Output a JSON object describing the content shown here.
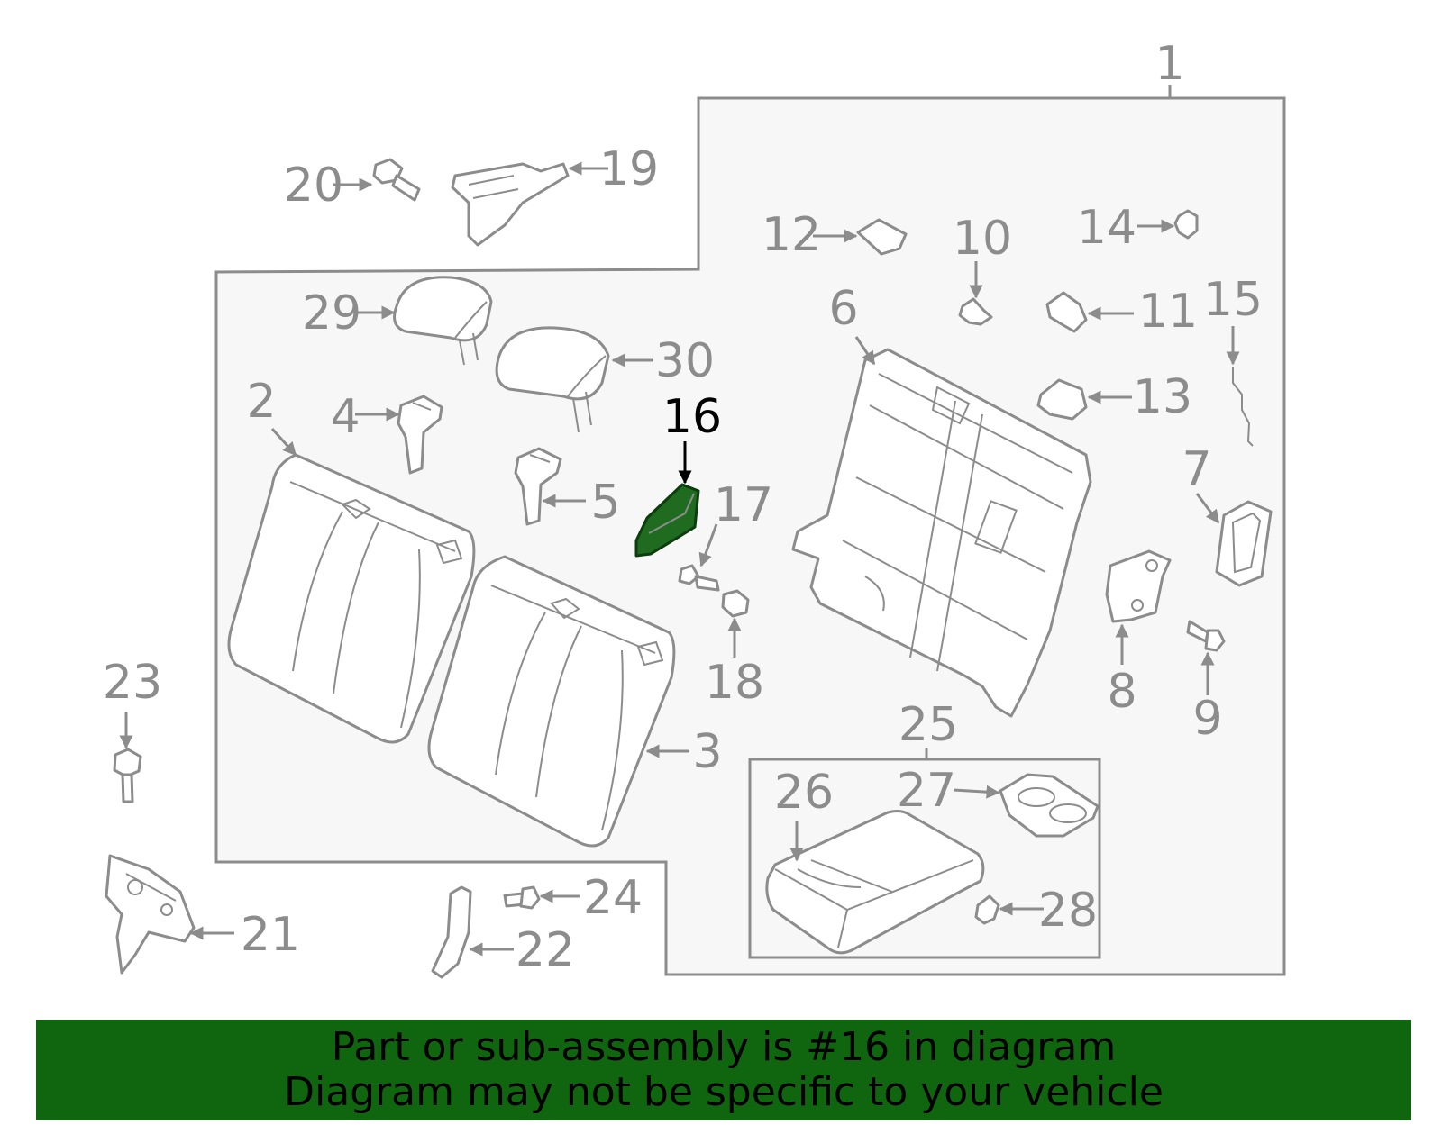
{
  "callouts": {
    "c1": "1",
    "c2": "2",
    "c3": "3",
    "c4": "4",
    "c5": "5",
    "c6": "6",
    "c7": "7",
    "c8": "8",
    "c9": "9",
    "c10": "10",
    "c11": "11",
    "c12": "12",
    "c13": "13",
    "c14": "14",
    "c15": "15",
    "c16": "16",
    "c17": "17",
    "c18": "18",
    "c19": "19",
    "c20": "20",
    "c21": "21",
    "c22": "22",
    "c23": "23",
    "c24": "24",
    "c25": "25",
    "c26": "26",
    "c27": "27",
    "c28": "28",
    "c29": "29",
    "c30": "30"
  },
  "highlight": {
    "part": "16",
    "color": "#1f6b1f"
  },
  "banner": {
    "line1": "Part or sub-assembly is #16 in diagram",
    "line2": "Diagram may not be specific to your vehicle",
    "color": "#0f660f"
  }
}
